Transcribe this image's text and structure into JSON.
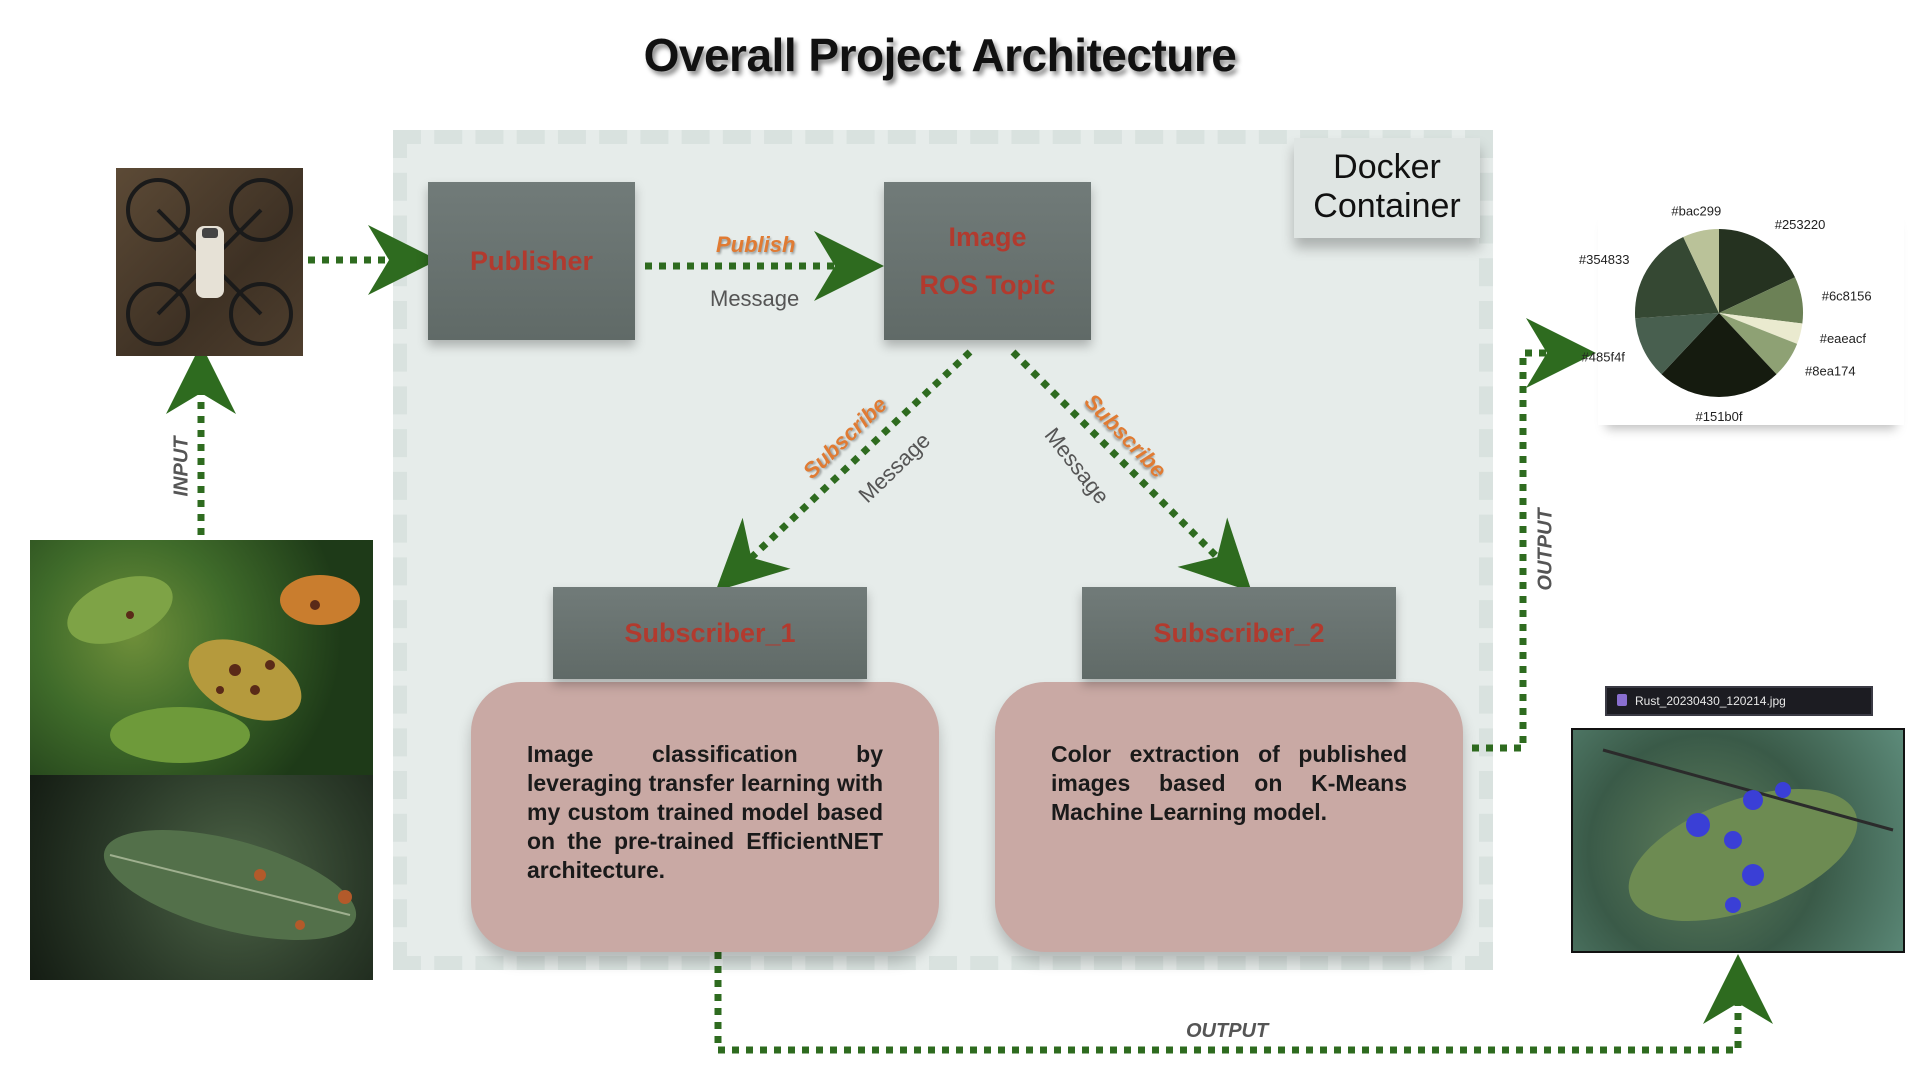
{
  "title": "Overall Project Architecture",
  "docker": {
    "line1": "Docker",
    "line2": "Container"
  },
  "publisher": {
    "label": "Publisher"
  },
  "topic": {
    "line1": "Image",
    "line2": "ROS Topic"
  },
  "publish_edge": {
    "verb": "Publish",
    "noun": "Message"
  },
  "subscribe_edge_1": {
    "verb": "Subscribe",
    "noun": "Message"
  },
  "subscribe_edge_2": {
    "verb": "Subscribe",
    "noun": "Message"
  },
  "subscriber_1": {
    "label": "Subscriber_1",
    "description": "Image classification by leveraging transfer learning with my custom trained model based on the pre-trained EfficientNET architecture."
  },
  "subscriber_2": {
    "label": "Subscriber_2",
    "description": "Color extraction of published images based on K-Means Machine Learning model."
  },
  "edge_labels": {
    "input": "INPUT",
    "output_vertical": "OUTPUT",
    "output_bottom": "OUTPUT"
  },
  "output_file": {
    "filename": "Rust_20230430_120214.jpg"
  },
  "chart_data": {
    "type": "pie",
    "slices": [
      {
        "label": "#253220",
        "color": "#253220",
        "value": 18
      },
      {
        "label": "#6c8156",
        "color": "#6c8156",
        "value": 9
      },
      {
        "label": "#eaeacf",
        "color": "#eaeacf",
        "value": 4
      },
      {
        "label": "#8ea174",
        "color": "#8ea174",
        "value": 7
      },
      {
        "label": "#151b0f",
        "color": "#151b0f",
        "value": 24
      },
      {
        "label": "#485f4f",
        "color": "#485f4f",
        "value": 12
      },
      {
        "label": "#354833",
        "color": "#354833",
        "value": 19
      },
      {
        "label": "#bac299",
        "color": "#bac299",
        "value": 7
      }
    ]
  },
  "colors": {
    "arrow": "#2e6b1f",
    "node_text": "#b23a2e",
    "edge_verb": "#e07b33",
    "card": "#c9a9a4"
  }
}
